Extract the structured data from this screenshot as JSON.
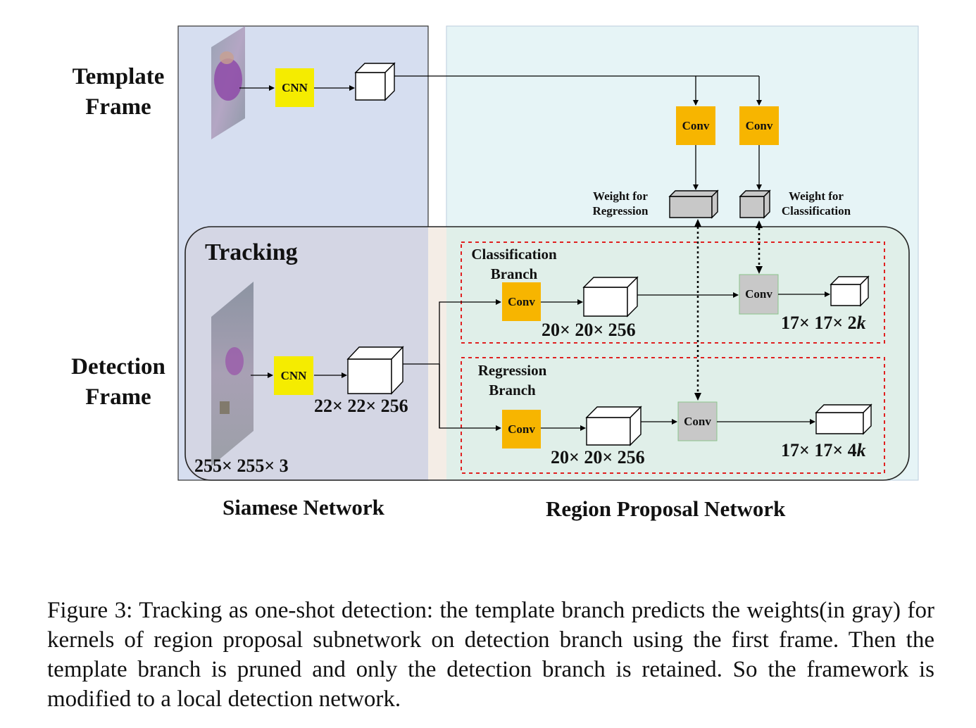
{
  "labels": {
    "template_frame": "Template\nFrame",
    "detection_frame": "Detection\nFrame",
    "tracking": "Tracking",
    "siamese_network": "Siamese Network",
    "region_proposal_network": "Region Proposal Network",
    "cnn": "CNN",
    "conv": "Conv",
    "weight_for_regression": "Weight for\nRegression",
    "weight_for_classification": "Weight for\nClassification",
    "classification_branch": "Classification\nBranch",
    "regression_branch": "Regression\nBranch"
  },
  "dims": {
    "detection_input": "255× 255× 3",
    "detection_feature": "22× 22× 256",
    "cls_feature": "20× 20× 256",
    "cls_output": "17× 17× 2k",
    "reg_feature": "20× 20× 256",
    "reg_output": "17× 17× 4k"
  },
  "caption": "Figure 3: Tracking as one-shot detection: the template branch predicts the weights(in gray) for kernels of region proposal subnetwork on detection branch using the first frame. Then the template branch is pruned and only the detection branch is retained. So the framework is modified to a local detection network.",
  "colors": {
    "siamese_bg": "#d6def0",
    "rpn_bg": "#e6f4f6",
    "tracking_bg": "#d4d6e4",
    "tracking_rpn_bg": "#e0efe9",
    "conv_yellow": "#f7b500",
    "cnn_yellow": "#f5ec00",
    "gray_conv": "#c8c8c8",
    "dash_red": "#e02020"
  }
}
